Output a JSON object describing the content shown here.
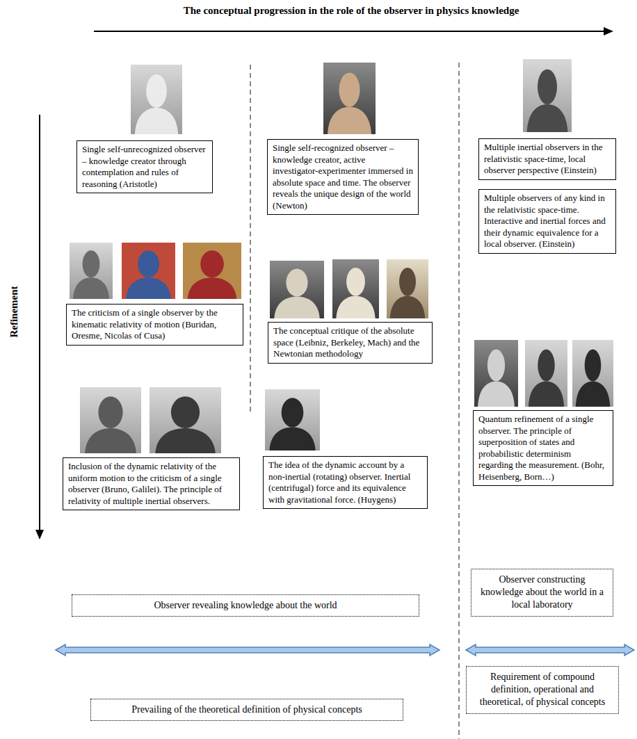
{
  "diagram": {
    "title": "The conceptual progression in the role of the observer in physics knowledge",
    "nodes": [
      {
        "text": [
          "Single self-unrecognized observer – knowledge creator through contemplation and rules of reasoning (Aristotle)"
        ]
      },
      {
        "text": [
          "Single self-recognized observer – knowledge creator, active investigator-experimenter immersed in absolute space and time. The observer reveals the unique design of the world (Newton)"
        ]
      },
      {
        "text": [
          "Multiple inertial observers in the relativistic space-time, local observer perspective (Einstein)"
        ]
      },
      {
        "text": [
          "Multiple observers of any kind in the relativistic space-time. Interactive and inertial forces and their dynamic equivalence for a local observer. (Einstein)"
        ]
      },
      {
        "text": [
          "The criticism of a single observer by the kinematic relativity of motion (Buridan, Oresme, Nicolas of Cusa)"
        ]
      },
      {
        "text": [
          "The conceptual critique of the absolute space (Leibniz, Berkeley, Mach) and the Newtonian methodology"
        ]
      },
      {
        "text": [
          "Quantum refinement of a single observer. The principle of superposition of states and probabilistic determinism regarding the measurement. (Bohr, Heisenberg, Born…)"
        ]
      },
      {
        "text": [
          "Inclusion of the dynamic relativity of the uniform motion to the criticism of a single observer (Bruno, Galilei). The principle of relativity of multiple inertial observers."
        ]
      },
      {
        "text": [
          "The idea of the dynamic account by a non-inertial (rotating) observer. Inertial (centrifugal) force and its equivalence with gravitational force. (Huygens)"
        ]
      },
      {
        "text": [
          "Observer constructing knowledge about the world in a local laboratory"
        ]
      },
      {
        "text": [
          "Observer revealing knowledge about the world"
        ]
      },
      {
        "text": [
          "Prevailing of the theoretical definition of physical concepts"
        ]
      },
      {
        "text": [
          "Requirement of compound definition, operational and theoretical, of physical concepts"
        ]
      }
    ],
    "labels": [
      "Refinement"
    ]
  }
}
